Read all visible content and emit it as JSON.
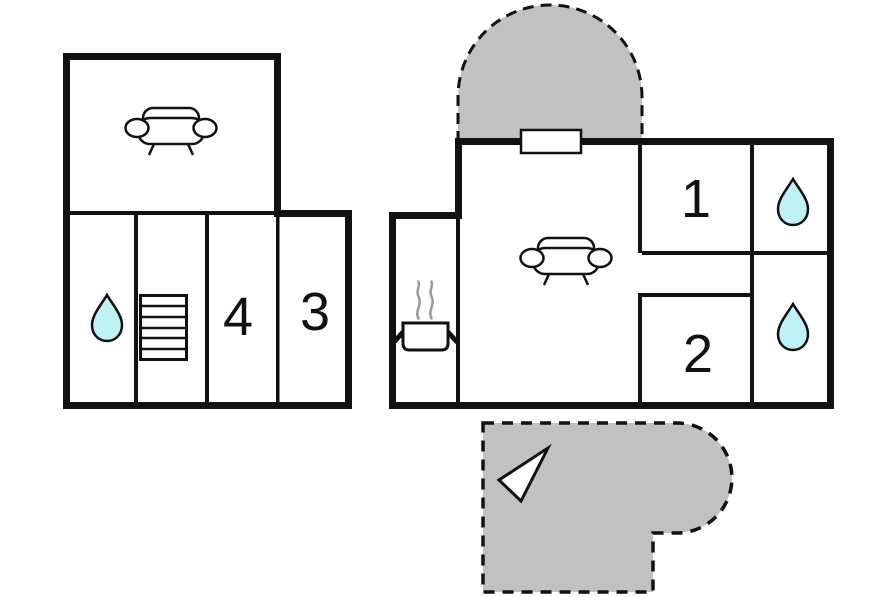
{
  "floorplan": {
    "background_color": "#ffffff",
    "wall_color": "#111111",
    "terrace_fill_color": "#c1c1c1",
    "terrace_border_color": "#111111",
    "water_drop_color": "#bff2f5",
    "steam_color": "#999999",
    "window_fill_color": "#ffffff",
    "arrow_fill_color": "#ffffff",
    "left_building": {
      "bedroom_4_label": "4",
      "bedroom_3_label": "3"
    },
    "right_building": {
      "bedroom_1_label": "1",
      "bedroom_2_label": "2"
    }
  }
}
